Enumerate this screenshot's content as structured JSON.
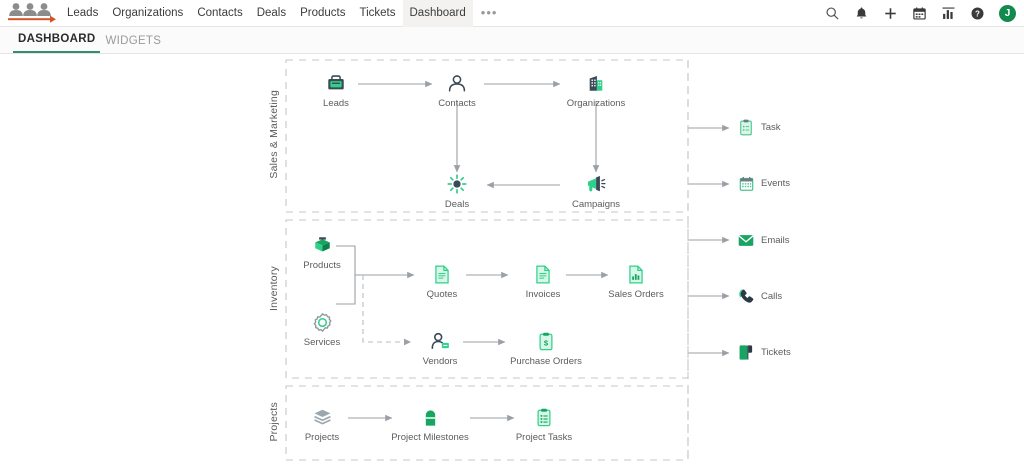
{
  "app": {
    "logo_name": "vtiger-crm-logo"
  },
  "nav": {
    "items": [
      {
        "label": "Leads",
        "name": "nav-item-leads",
        "active": false
      },
      {
        "label": "Organizations",
        "name": "nav-item-organizations",
        "active": false
      },
      {
        "label": "Contacts",
        "name": "nav-item-contacts",
        "active": false
      },
      {
        "label": "Deals",
        "name": "nav-item-deals",
        "active": false
      },
      {
        "label": "Products",
        "name": "nav-item-products",
        "active": false
      },
      {
        "label": "Tickets",
        "name": "nav-item-tickets",
        "active": false
      },
      {
        "label": "Dashboard",
        "name": "nav-item-dashboard",
        "active": true
      }
    ],
    "more_label": "•••",
    "right_icons": [
      "search-icon",
      "bell-icon",
      "plus-icon",
      "calendar-icon",
      "analytics-icon",
      "help-icon"
    ],
    "avatar_initial": "J"
  },
  "tabs": [
    {
      "label": "DASHBOARD",
      "active": true
    },
    {
      "label": "WIDGETS",
      "active": false
    }
  ],
  "diagram": {
    "sections": [
      {
        "label": "Sales & Marketing"
      },
      {
        "label": "Inventory"
      },
      {
        "label": "Projects"
      }
    ],
    "nodes": {
      "leads": "Leads",
      "contacts": "Contacts",
      "organizations": "Organizations",
      "deals": "Deals",
      "campaigns": "Campaigns",
      "products": "Products",
      "services": "Services",
      "quotes": "Quotes",
      "invoices": "Invoices",
      "sales_orders": "Sales Orders",
      "vendors": "Vendors",
      "purchase_orders": "Purchase Orders",
      "projects": "Projects",
      "project_milestones": "Project Milestones",
      "project_tasks": "Project Tasks"
    },
    "right_column": {
      "task": "Task",
      "events": "Events",
      "emails": "Emails",
      "calls": "Calls",
      "tickets": "Tickets"
    }
  },
  "colors": {
    "accent_green": "#2f8f6f",
    "icon_green": "#25b574",
    "icon_dark": "#3b4a57",
    "line_gray": "#9aa0a6",
    "dash_gray": "#c7c7c7",
    "logo_orange": "#d4542a",
    "avatar_green": "#128a4e"
  }
}
